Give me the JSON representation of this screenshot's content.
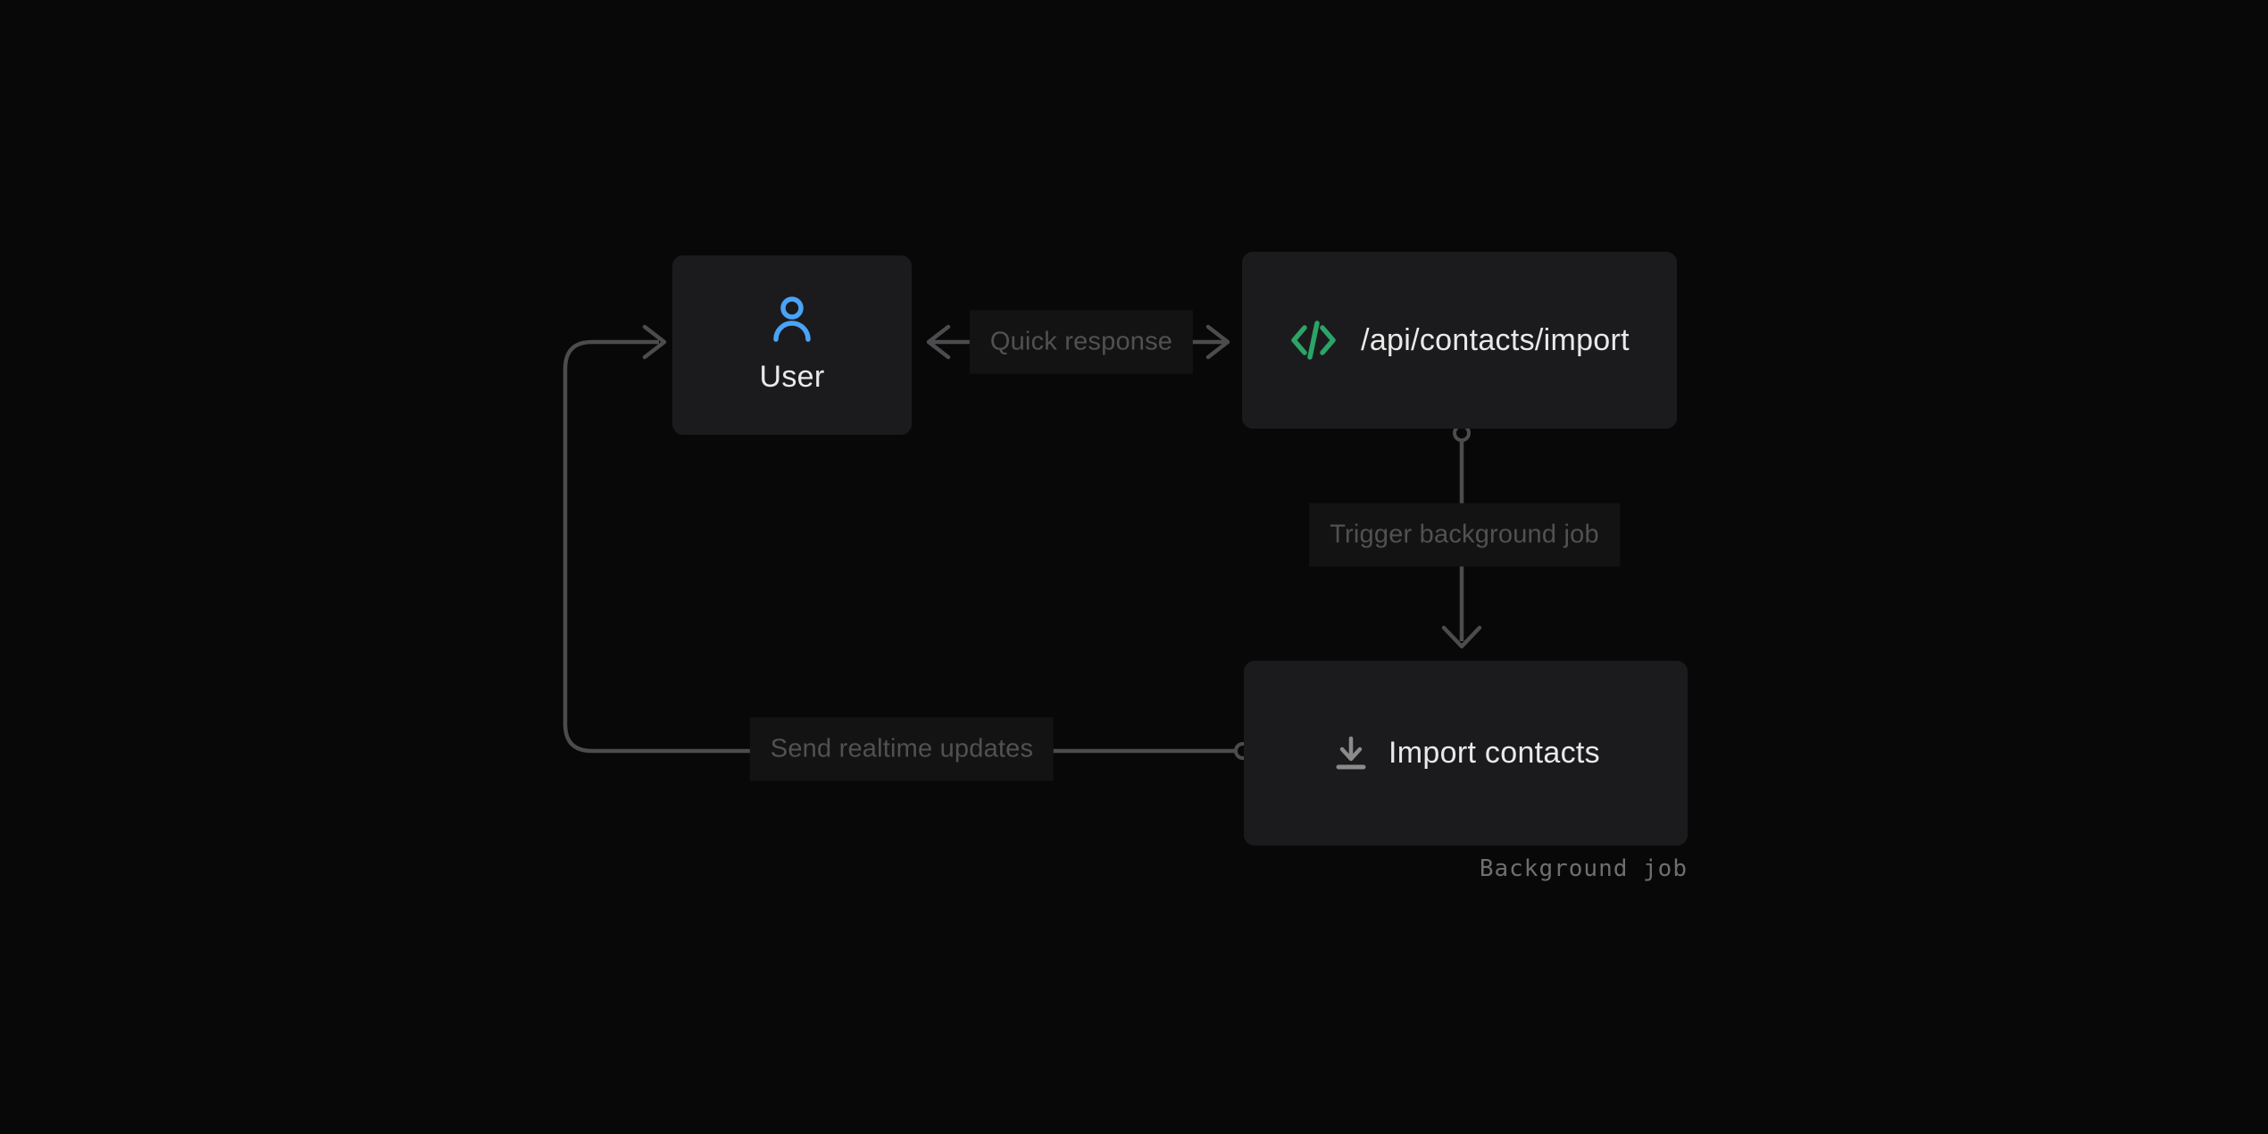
{
  "diagram": {
    "nodes": {
      "user": {
        "label": "User",
        "icon": "user-icon"
      },
      "api": {
        "label": "/api/contacts/import",
        "icon": "code-icon"
      },
      "job": {
        "label": "Import contacts",
        "icon": "download-icon",
        "annotation": "Background job"
      }
    },
    "edges": {
      "quick_response": {
        "label": "Quick response",
        "from": "api",
        "to": "user",
        "direction": "bidirectional"
      },
      "trigger": {
        "label": "Trigger background job",
        "from": "api",
        "to": "job",
        "direction": "down"
      },
      "realtime": {
        "label": "Send realtime updates",
        "from": "job",
        "to": "user",
        "direction": "left-up"
      }
    }
  },
  "colors": {
    "page_bg": "#080808",
    "node_bg": "#1b1b1d",
    "label_bg": "#131313",
    "label_text": "#515153",
    "edge_color": "#4c4c4e",
    "node_text": "#e9e9e9",
    "user_blue": "#4aa3f7",
    "code_green": "#2ca467",
    "download_gray": "#8b8b8b",
    "annotation_text": "#6f6f71"
  }
}
